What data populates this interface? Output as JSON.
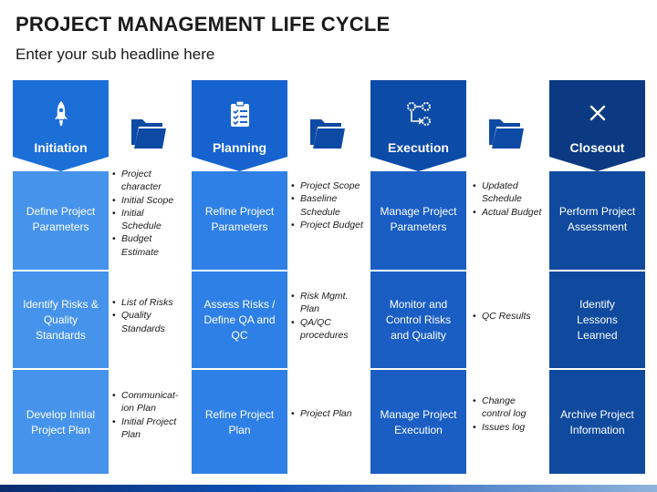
{
  "title": "PROJECT MANAGEMENT LIFE CYCLE",
  "subtitle": "Enter your sub headline here",
  "colors": {
    "phase1_head": "#1d6fd8",
    "phase1_step": "#4693ec",
    "phase2_head": "#1663d0",
    "phase2_step": "#2f80e6",
    "phase3_head": "#0d4ba8",
    "phase3_step": "#1a5ec4",
    "phase4_head": "#0b3a82",
    "phase4_step": "#0f4a9e",
    "folder": "#0d4aa6"
  },
  "phases": [
    {
      "label": "Initiation",
      "icon": "rocket-icon",
      "steps": [
        "Define Project Parameters",
        "Identify Risks & Quality Standards",
        "Develop Initial Project Plan"
      ],
      "outputs": [
        [
          "Project character",
          "Initial Scope",
          "Initial Schedule",
          "Budget Estimate"
        ],
        [
          "List of Risks",
          "Quality Standards"
        ],
        [
          "Communicat-ion Plan",
          "Initial Project Plan"
        ]
      ]
    },
    {
      "label": "Planning",
      "icon": "checklist-icon",
      "steps": [
        "Refine Project Parameters",
        "Assess Risks / Define QA and QC",
        "Refine Project Plan"
      ],
      "outputs": [
        [
          "Project Scope",
          "Baseline Schedule",
          "Project Budget"
        ],
        [
          "Risk Mgmt. Plan",
          "QA/QC procedures"
        ],
        [
          "Project Plan"
        ]
      ]
    },
    {
      "label": "Execution",
      "icon": "process-icon",
      "steps": [
        "Manage Project Parameters",
        "Monitor and Control Risks and Quality",
        "Manage Project Execution"
      ],
      "outputs": [
        [
          "Updated Schedule",
          "Actual Budget"
        ],
        [
          "QC Results"
        ],
        [
          "Change control log",
          "Issues log"
        ]
      ]
    },
    {
      "label": "Closeout",
      "icon": "close-icon",
      "steps": [
        "Perform Project Assessment",
        "Identify Lessons Learned",
        "Archive Project Information"
      ]
    }
  ]
}
